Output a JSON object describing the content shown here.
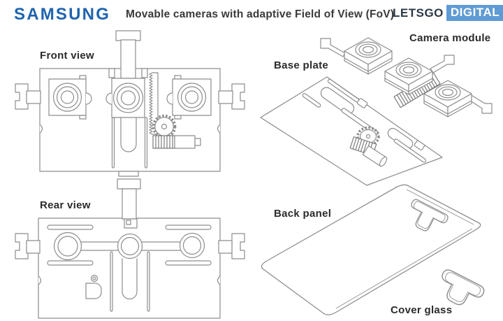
{
  "header": {
    "brand": "SAMSUNG",
    "title": "Movable cameras with adaptive Field of View (FoV)",
    "site_logo": {
      "text_primary": "LETSGO",
      "text_badge": "DIGITAL"
    }
  },
  "labels": {
    "front_view": "Front view",
    "rear_view": "Rear view",
    "base_plate": "Base plate",
    "camera_module": "Camera module",
    "back_panel": "Back panel",
    "cover_glass": "Cover glass"
  },
  "colors": {
    "samsung_blue": "#1f63ae",
    "logo_navy": "#2c3947",
    "logo_badge_bg": "#5f9bd4",
    "title_text": "#3a3a3a",
    "label_text": "#2b2b2b",
    "drawing_line": "#8d8d8d"
  }
}
